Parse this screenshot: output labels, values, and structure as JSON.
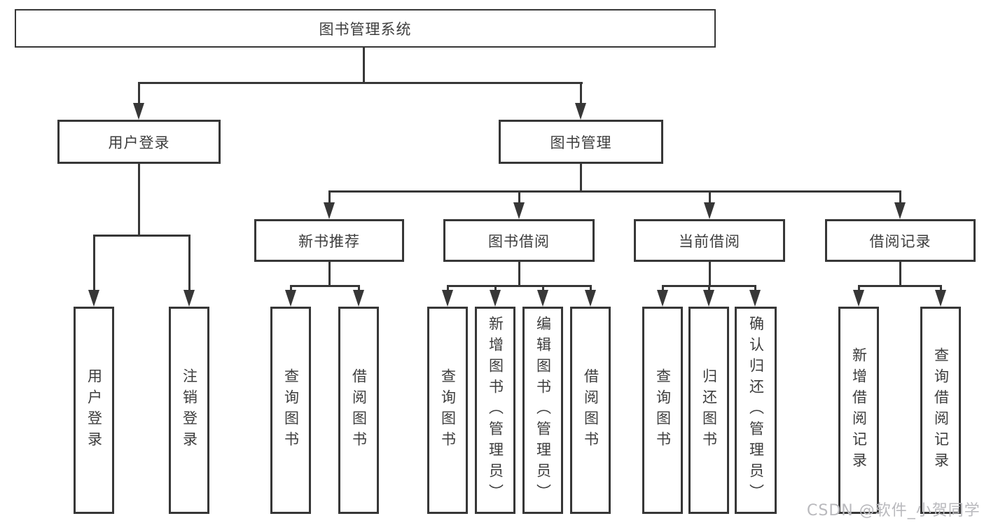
{
  "diagram": {
    "type": "hierarchy",
    "title": "图书管理系统",
    "tree": {
      "label": "图书管理系统",
      "children": [
        {
          "label": "用户登录",
          "children": [
            {
              "label": "用户登录"
            },
            {
              "label": "注销登录"
            }
          ]
        },
        {
          "label": "图书管理",
          "children": [
            {
              "label": "新书推荐",
              "children": [
                {
                  "label": "查询图书"
                },
                {
                  "label": "借阅图书"
                }
              ]
            },
            {
              "label": "图书借阅",
              "children": [
                {
                  "label": "查询图书"
                },
                {
                  "label": "新增图书（管理员）"
                },
                {
                  "label": "编辑图书（管理员）"
                },
                {
                  "label": "借阅图书"
                }
              ]
            },
            {
              "label": "当前借阅",
              "children": [
                {
                  "label": "查询图书"
                },
                {
                  "label": "归还图书"
                },
                {
                  "label": "确认归还（管理员）"
                }
              ]
            },
            {
              "label": "借阅记录",
              "children": [
                {
                  "label": "新增借阅记录"
                },
                {
                  "label": "查询借阅记录"
                }
              ]
            }
          ]
        }
      ]
    },
    "colors": {
      "line": "#373737",
      "text": "#3d3d3d",
      "background": "#ffffff",
      "watermark": "#b9b9bd"
    }
  },
  "watermark": {
    "text": "CSDN @软件_小贺同学"
  }
}
